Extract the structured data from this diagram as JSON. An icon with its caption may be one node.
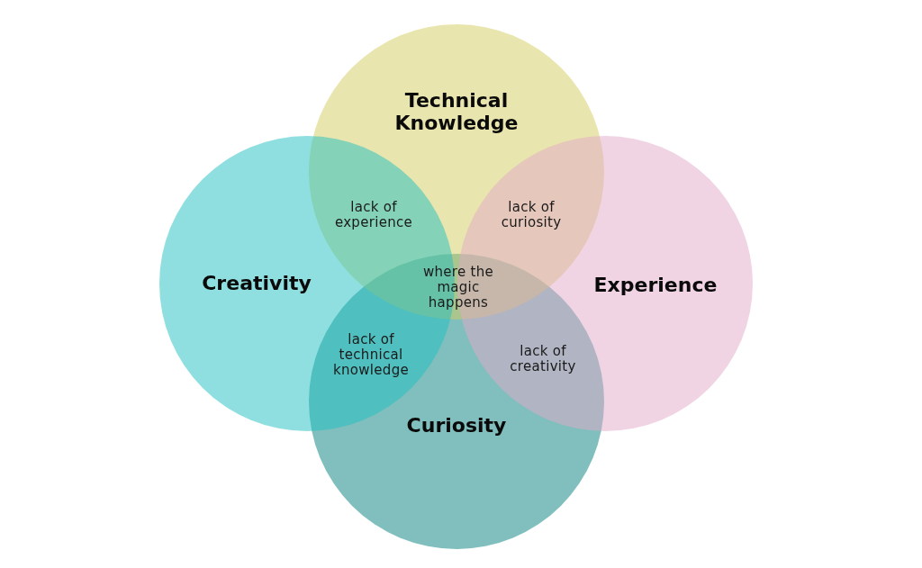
{
  "diagram": {
    "nodes": [
      {
        "text": [
          "Technical Knowledge"
        ]
      },
      {
        "text": [
          "Creativity"
        ]
      },
      {
        "text": [
          "Experience"
        ]
      },
      {
        "text": [
          "Curiosity"
        ]
      }
    ],
    "labels": [
      "lack of experience",
      "lack of curiosity",
      "where the magic happens",
      "lack of technical knowledge",
      "lack of creativity"
    ]
  }
}
